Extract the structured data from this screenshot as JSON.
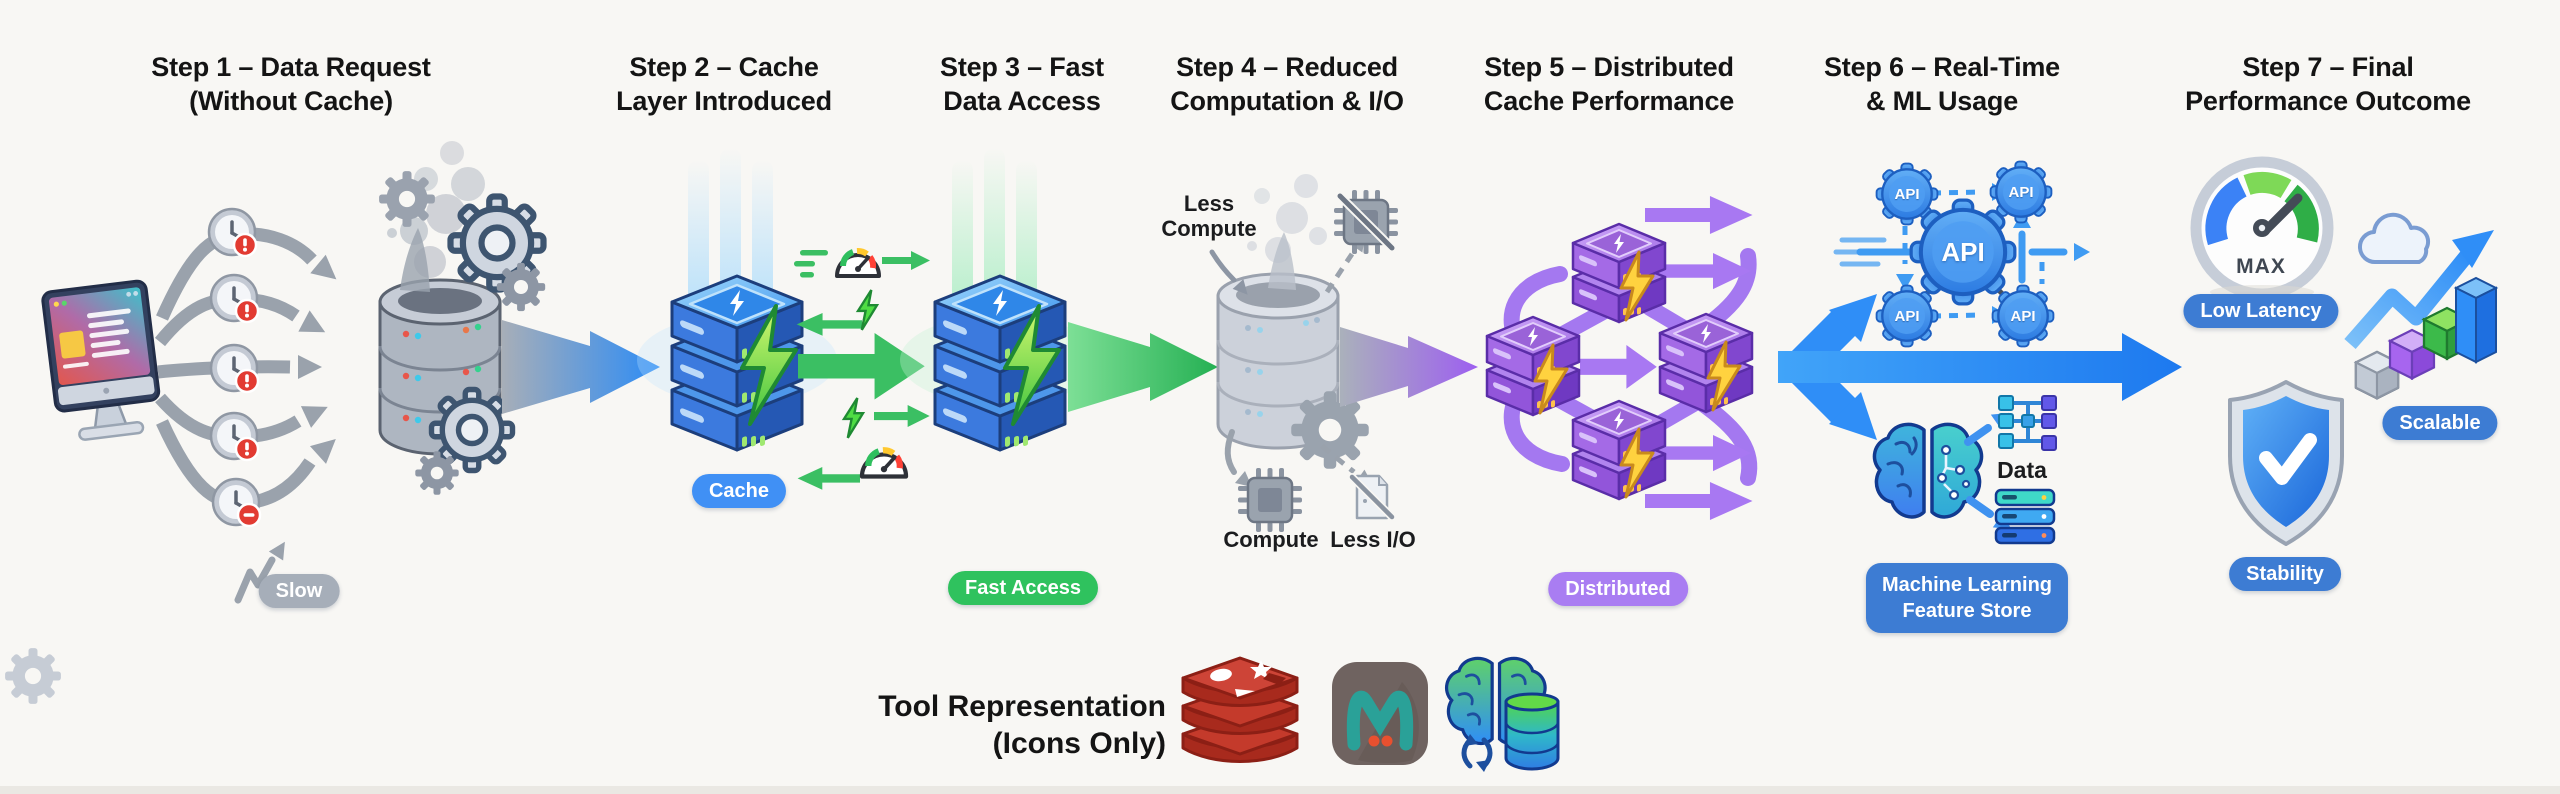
{
  "steps": [
    {
      "title_lines": [
        "Step 1 – Data Request",
        "(Without Cache)"
      ],
      "badge": "Slow"
    },
    {
      "title_lines": [
        "Step 2 – Cache",
        "Layer Introduced"
      ],
      "badge": "Cache"
    },
    {
      "title_lines": [
        "Step 3 – Fast",
        "Data Access"
      ],
      "badge": "Fast Access"
    },
    {
      "title_lines": [
        "Step 4 – Reduced",
        "Computation & I/O"
      ],
      "labels": {
        "less_compute": "Less Compute",
        "compute": "Compute",
        "less_io": "Less I/O"
      }
    },
    {
      "title_lines": [
        "Step 5 – Distributed",
        "Cache Performance"
      ],
      "badge": "Distributed"
    },
    {
      "title_lines": [
        "Step 6 – Real-Time",
        "& ML Usage"
      ],
      "api_label": "API",
      "data_label": "Data",
      "badge_lines": [
        "Machine Learning",
        "Feature Store"
      ]
    },
    {
      "title_lines": [
        "Step 7 – Final",
        "Performance Outcome"
      ],
      "gauge_label": "MAX",
      "badges": [
        "Low Latency",
        "Scalable",
        "Stability"
      ]
    }
  ],
  "footer": {
    "label_lines": [
      "Tool Representation",
      "(Icons Only)"
    ],
    "tool_icons": [
      "redis-icon",
      "memcached-icon",
      "ml-feature-store-icon"
    ]
  },
  "colors": {
    "background": "#f8f7f4",
    "slow_badge": "#a6aeb9",
    "cache_badge": "#4090f5",
    "fast_access_badge": "#2fc25e",
    "distributed_badge": "#a97df2",
    "blue_badge": "#3d7cd3",
    "green_arrow": "#2eb85a",
    "blue_arrow": "#2f8ef7",
    "purple_arrow": "#9d5ff0",
    "gray_arrow": "#9aa2ac",
    "alert_red": "#e23b32",
    "bolt_green": "#3fc43f",
    "bolt_yellow": "#ffd23f",
    "redis_red": "#c0392b",
    "memcached_teal": "#2aa198"
  }
}
